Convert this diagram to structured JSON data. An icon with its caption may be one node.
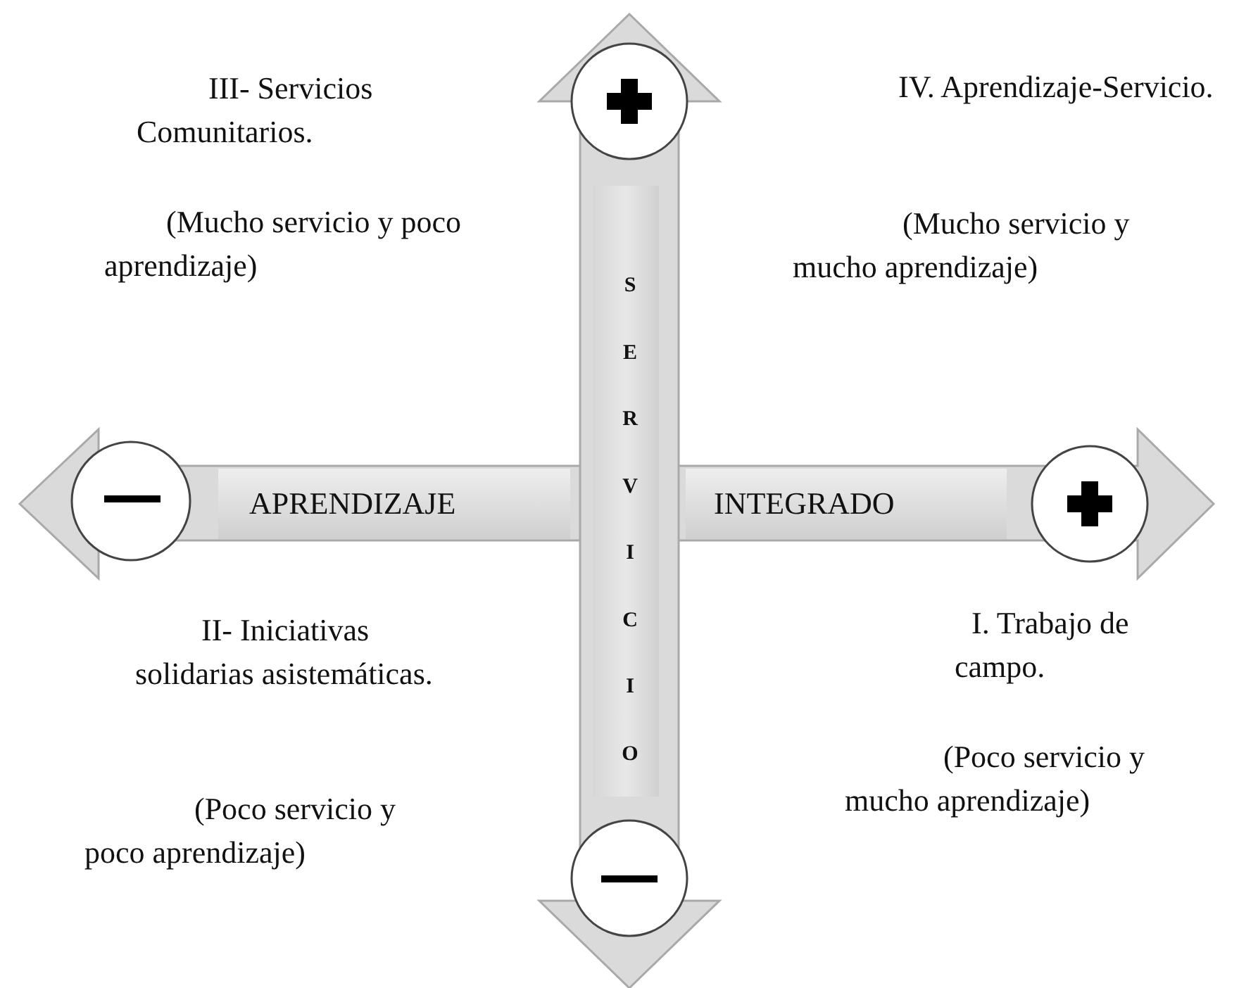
{
  "diagram": {
    "labels": [
      "III- Servicios Comunitarios.",
      "(Mucho servicio y poco aprendizaje)",
      "IV. Aprendizaje-Servicio.",
      "(Mucho servicio y mucho aprendizaje)",
      "SERVICIO",
      "APRENDIZAJE",
      "INTEGRADO",
      "II- Iniciativas solidarias asistemáticas.",
      "(Poco servicio y poco aprendizaje)",
      "I. Trabajo de campo.",
      "(Poco servicio y mucho aprendizaje)"
    ]
  }
}
